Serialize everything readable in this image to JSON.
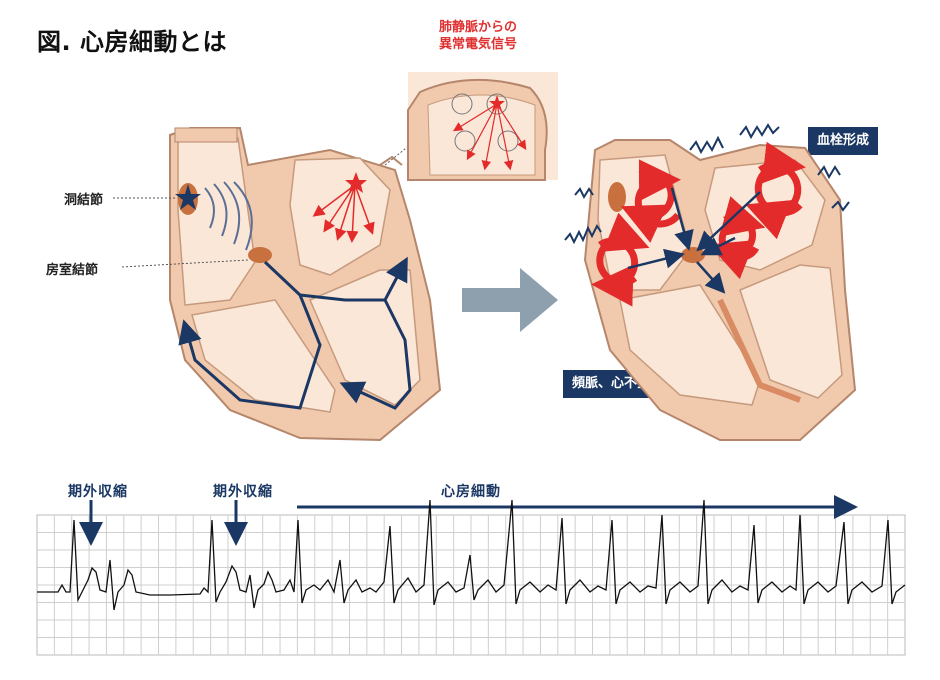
{
  "title": "図. 心房細動とは",
  "inset_note": {
    "line1": "肺静脈からの",
    "line2": "異常電気信号"
  },
  "labels": {
    "sa_node": "洞結節",
    "av_node": "房室結節",
    "thrombus": "血栓形成",
    "tachycardia": "頻脈、心不全"
  },
  "ecg": {
    "pac1": "期外収縮",
    "pac2": "期外収縮",
    "af": "心房細動"
  },
  "colors": {
    "heart_fill": "#f1c9ad",
    "heart_outline": "#b5866b",
    "chamber_fill": "#fbe7d8",
    "navy": "#1b3864",
    "red": "#e32b2b",
    "node": "#c8713f"
  }
}
